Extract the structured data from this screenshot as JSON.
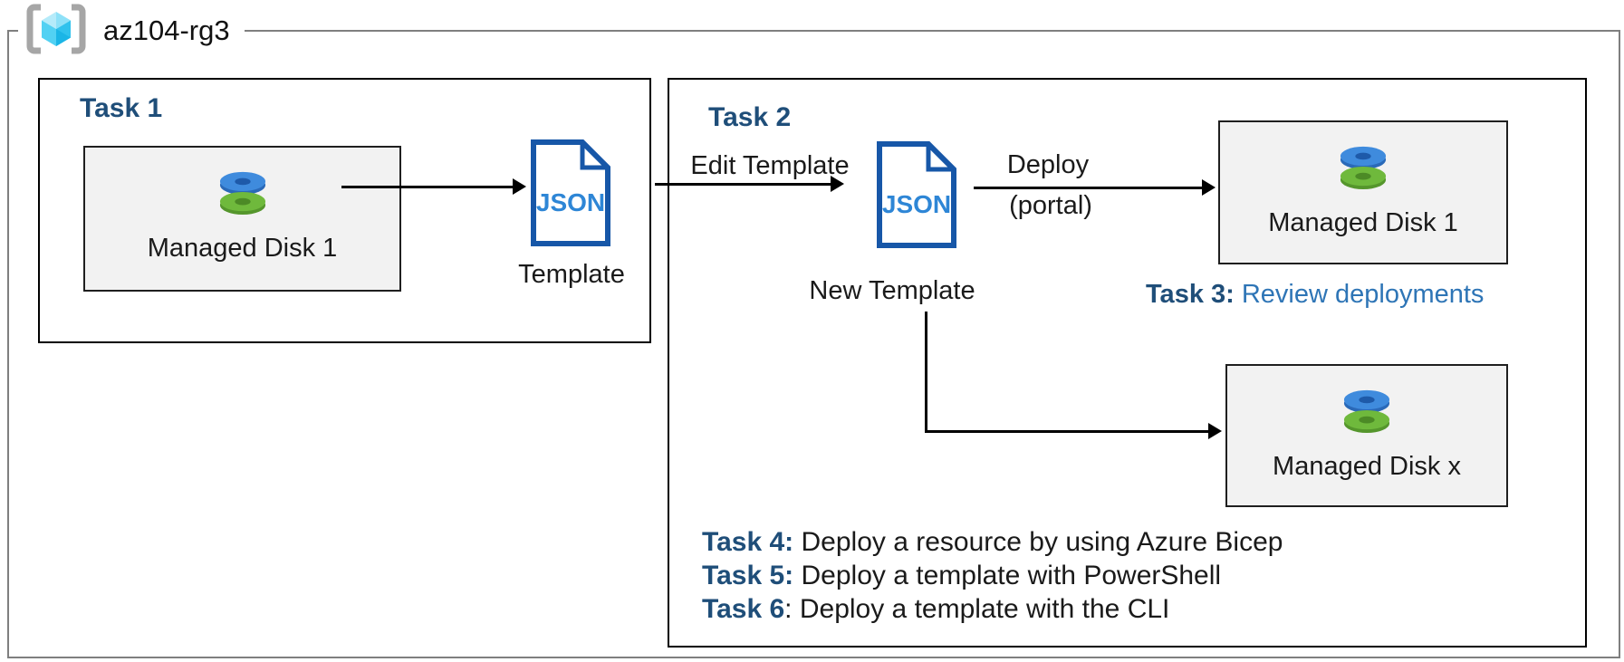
{
  "resource_group": {
    "name": "az104-rg3",
    "icon": "azure-resource-group-icon"
  },
  "json_doc": {
    "label": "JSON"
  },
  "task1": {
    "title": "Task 1",
    "disk_label": "Managed Disk 1",
    "template_label": "Template"
  },
  "task2": {
    "title": "Task 2",
    "edit_arrow_label": "Edit Template",
    "new_template_label": "New Template",
    "deploy_label": "Deploy",
    "deploy_sublabel": "(portal)",
    "disk1_label": "Managed Disk 1",
    "diskx_label": "Managed Disk x",
    "task3_prefix": "Task 3:",
    "task3_text": " Review deployments",
    "tasks": [
      {
        "prefix": "Task 4:",
        "text": " Deploy a resource by using Azure Bicep"
      },
      {
        "prefix": "Task 5:",
        "text": " Deploy a template with PowerShell"
      },
      {
        "prefix": "Task 6",
        "text": ": Deploy a template with the CLI"
      }
    ]
  },
  "colors": {
    "outer_border": "#7f7f7f",
    "task_title_navy": "#1F4E79",
    "task3_blue": "#2E75B6",
    "json_border_blue": "#1757A8",
    "json_text_blue": "#2E86D6",
    "disk_box_fill": "#f2f2f2",
    "disk_blue": "#3f8bdd",
    "disk_green": "#6fb93c",
    "cube_cyan": "#33c4ee",
    "bracket_gray": "#a6a6a6"
  }
}
